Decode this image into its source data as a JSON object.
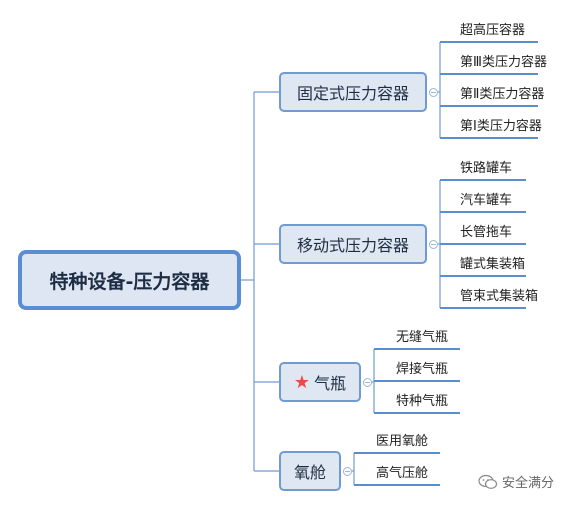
{
  "root": {
    "label": "特种设备-压力容器"
  },
  "categories": [
    {
      "label": "固定式压力容器",
      "items": [
        "超高压容器",
        "第Ⅲ类压力容器",
        "第Ⅱ类压力容器",
        "第Ⅰ类压力容器"
      ]
    },
    {
      "label": "移动式压力容器",
      "items": [
        "铁路罐车",
        "汽车罐车",
        "长管拖车",
        "罐式集装箱",
        "管束式集装箱"
      ]
    },
    {
      "label": "气瓶",
      "items": [
        "无缝气瓶",
        "焊接气瓶",
        "特种气瓶"
      ]
    },
    {
      "label": "氧舱",
      "items": [
        "医用氧舱",
        "高气压舱"
      ]
    }
  ],
  "watermark": {
    "text": "安全满分"
  },
  "colors": {
    "accent": "#5b8ed0",
    "connector": "#6f9bd1",
    "node_fill": "#dfe7f2",
    "star": "#e94b4b"
  }
}
